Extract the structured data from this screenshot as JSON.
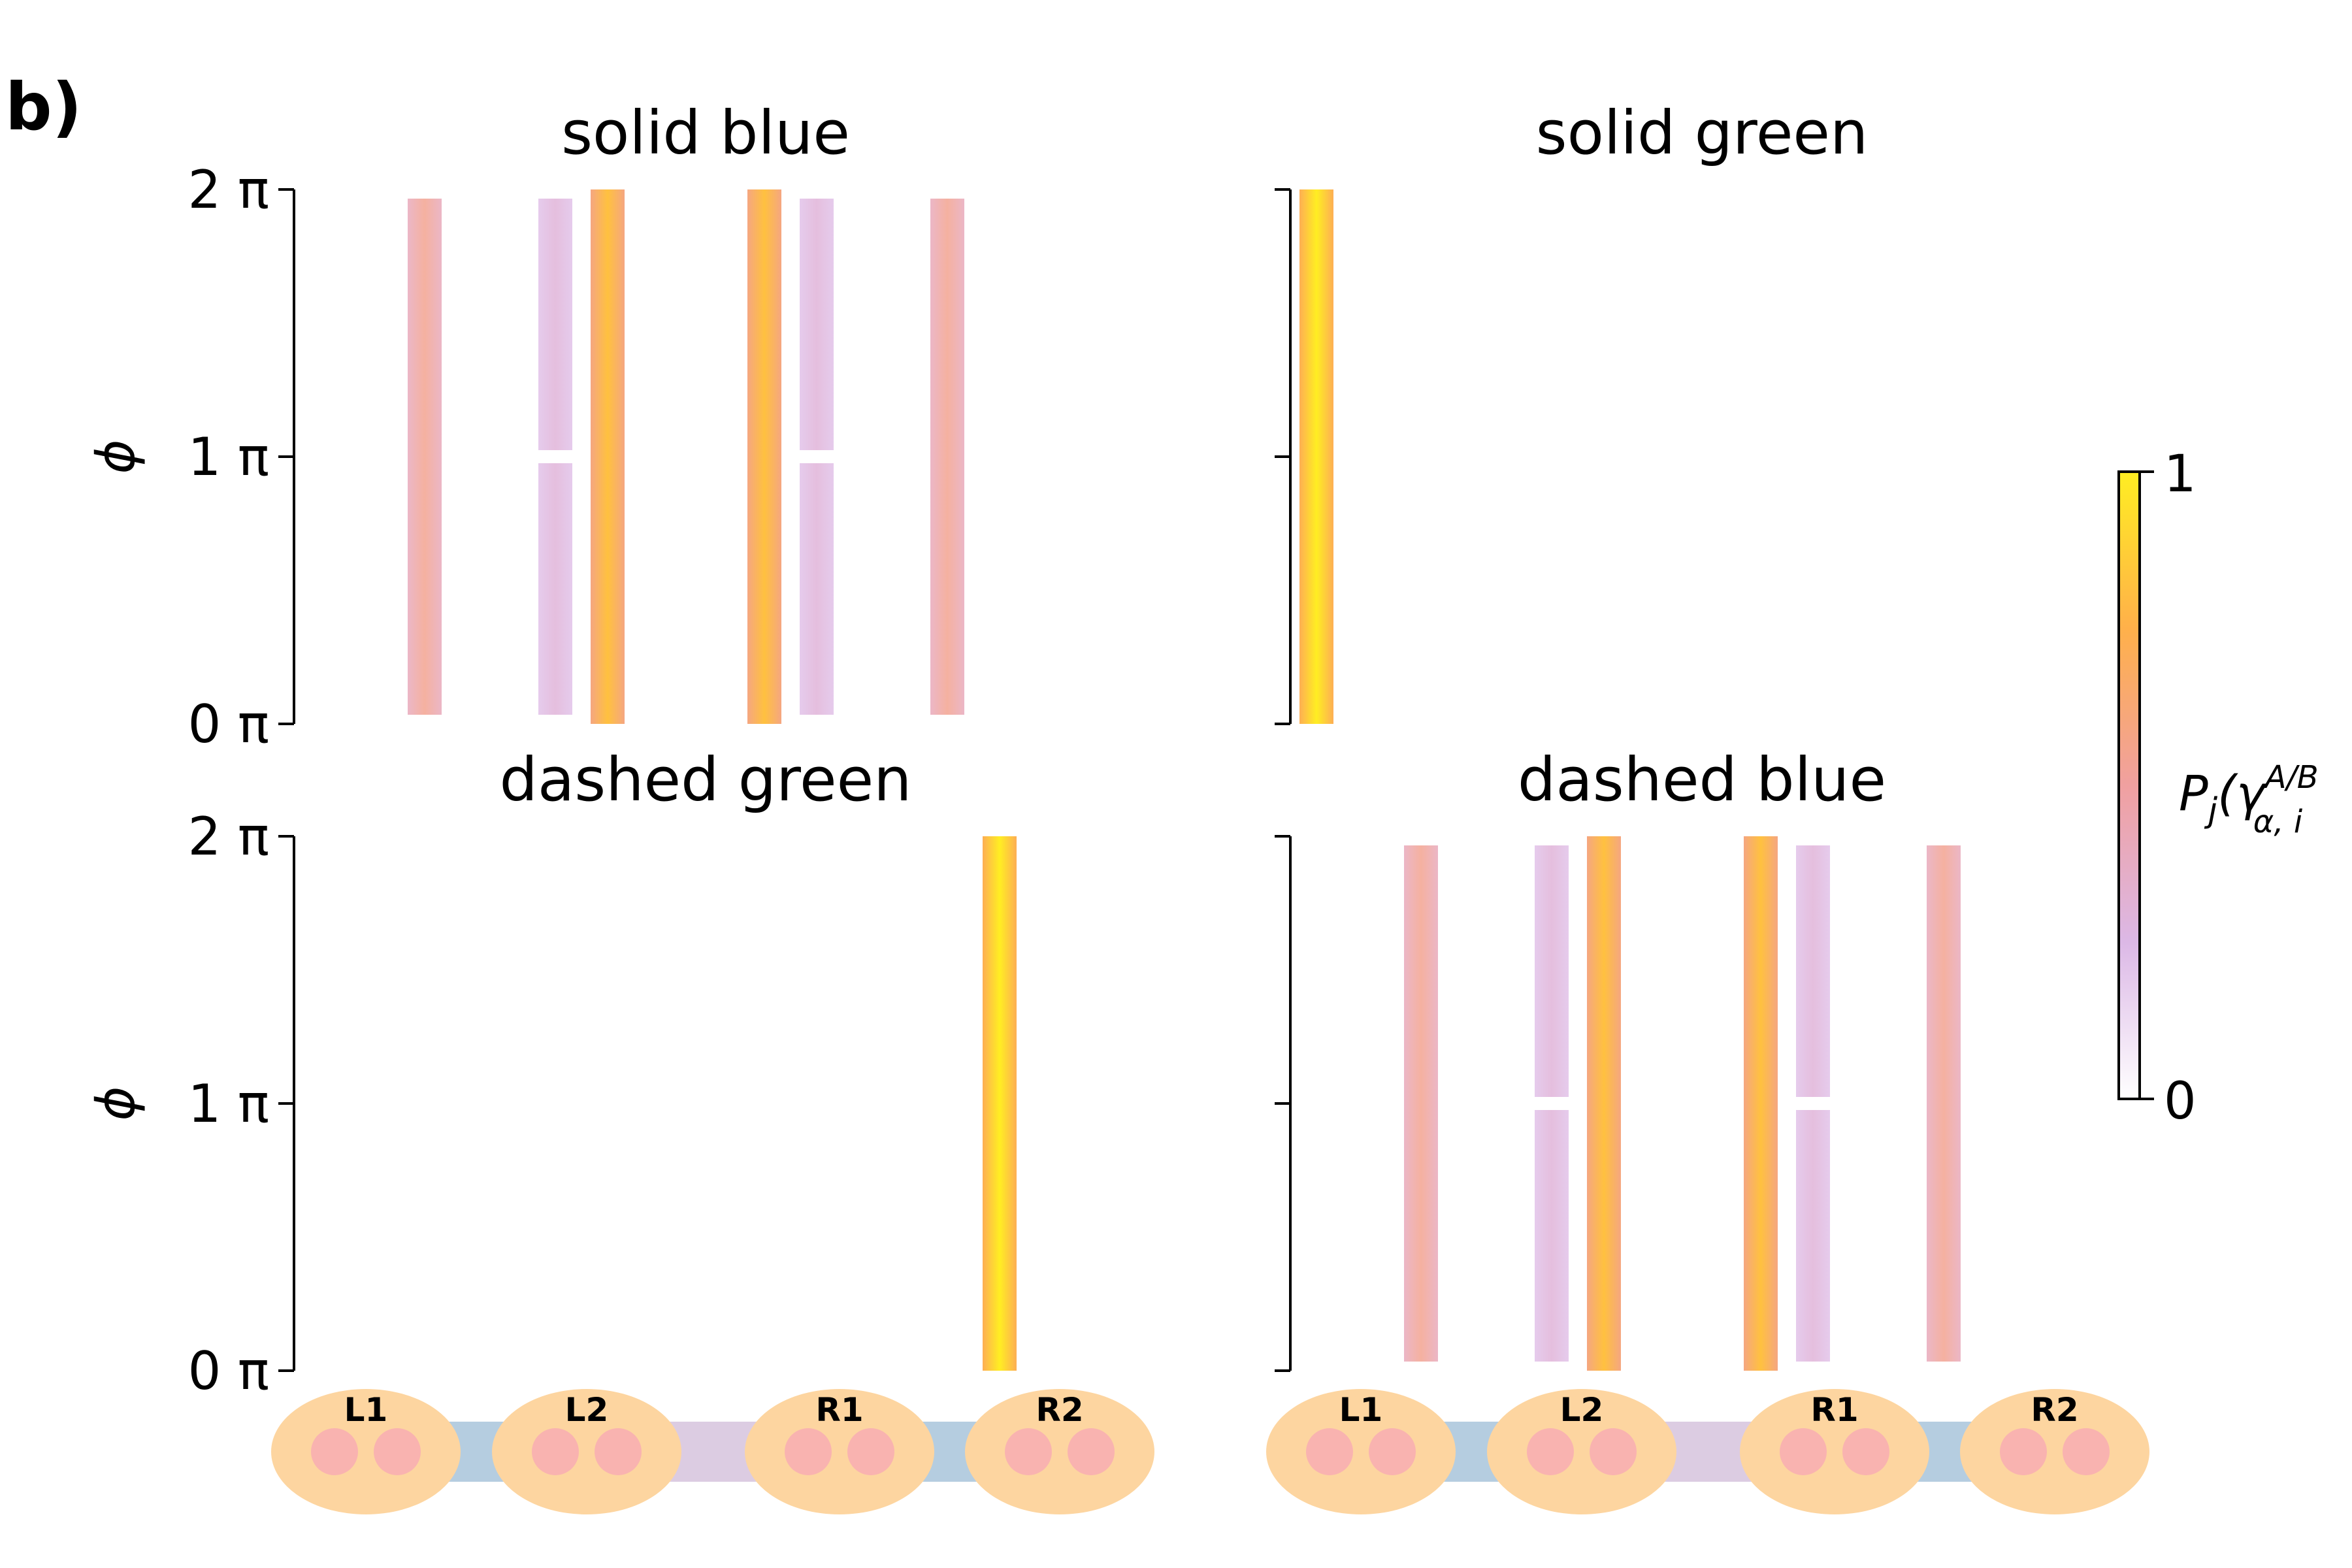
{
  "panel_label": "b)",
  "colorbar": {
    "label_main": "P",
    "label_sub": "j",
    "label_rest": "(γ",
    "label_sup": "A/B",
    "label_subscript": "α, i",
    "ticks": [
      "0",
      "1"
    ],
    "range": [
      0,
      1
    ],
    "colors": [
      "#ffffff",
      "#dcb8e6",
      "#f0a0a0",
      "#ffb04a",
      "#ffee22"
    ]
  },
  "chain": {
    "sites": [
      "L1",
      "L2",
      "R1",
      "R2"
    ],
    "island_color": "#fdd5a0",
    "dot_color": "#f9b3b0",
    "link_outer_color": "#b5cde0",
    "link_inner_color": "#dccce2"
  },
  "chart_data": [
    {
      "type": "heatmap",
      "title": "solid blue",
      "ylabel": "ϕ",
      "yticks": [
        "0 π",
        "1 π",
        "2 π"
      ],
      "ylim_pi": [
        0,
        2
      ],
      "columns": [
        {
          "position": 1,
          "weight": 0.55,
          "gap_at_pi": false
        },
        {
          "position": 2,
          "weight": 0.3,
          "gap_at_pi": true
        },
        {
          "position": 2.4,
          "weight": 0.82,
          "gap_at_pi": false
        },
        {
          "position": 3.6,
          "weight": 0.82,
          "gap_at_pi": false
        },
        {
          "position": 4,
          "weight": 0.3,
          "gap_at_pi": true
        },
        {
          "position": 5,
          "weight": 0.55,
          "gap_at_pi": false
        }
      ]
    },
    {
      "type": "heatmap",
      "title": "solid green",
      "ylabel": "",
      "yticks": [
        "",
        "",
        ""
      ],
      "ylim_pi": [
        0,
        2
      ],
      "columns": [
        {
          "position": 0.2,
          "weight": 1.0,
          "gap_at_pi": false
        }
      ]
    },
    {
      "type": "heatmap",
      "title": "dashed green",
      "ylabel": "ϕ",
      "yticks": [
        "0 π",
        "1 π",
        "2 π"
      ],
      "ylim_pi": [
        0,
        2
      ],
      "columns": [
        {
          "position": 5.4,
          "weight": 1.0,
          "gap_at_pi": false
        }
      ]
    },
    {
      "type": "heatmap",
      "title": "dashed blue",
      "ylabel": "",
      "yticks": [
        "",
        "",
        ""
      ],
      "ylim_pi": [
        0,
        2
      ],
      "columns": [
        {
          "position": 1,
          "weight": 0.55,
          "gap_at_pi": false
        },
        {
          "position": 2,
          "weight": 0.3,
          "gap_at_pi": true
        },
        {
          "position": 2.4,
          "weight": 0.82,
          "gap_at_pi": false
        },
        {
          "position": 3.6,
          "weight": 0.82,
          "gap_at_pi": false
        },
        {
          "position": 4,
          "weight": 0.3,
          "gap_at_pi": true
        },
        {
          "position": 5,
          "weight": 0.55,
          "gap_at_pi": false
        }
      ]
    }
  ]
}
